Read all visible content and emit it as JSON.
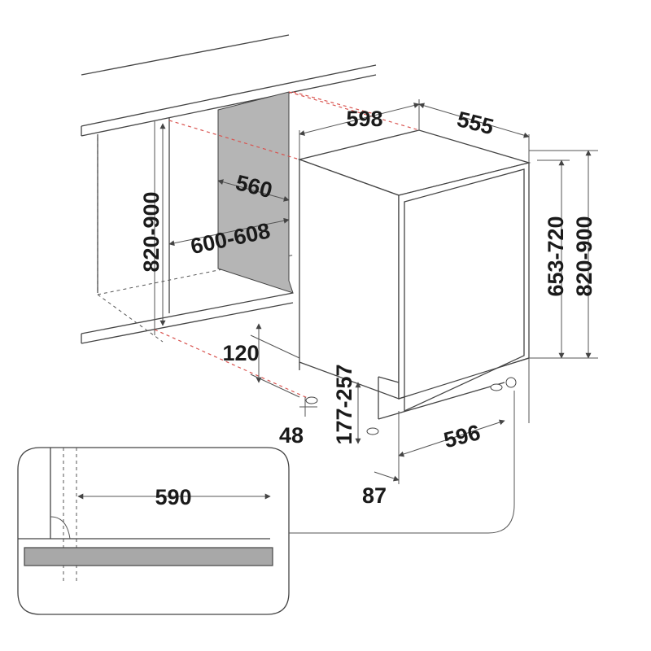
{
  "dimensions": {
    "width": "598",
    "depth": "555",
    "niche_depth": "560",
    "niche_width": "600-608",
    "niche_height": "820-900",
    "appliance_height_min": "653-720",
    "appliance_height_max": "820-900",
    "plinth": "120",
    "foot_gap": "48",
    "plinth_depth": "177-257",
    "door_width": "596",
    "offset": "87",
    "detail_width": "590"
  },
  "colors": {
    "dimension_line": "#d9534f",
    "panel_fill": "#b5b5b5",
    "shelf_fill": "#a8a8a8"
  }
}
